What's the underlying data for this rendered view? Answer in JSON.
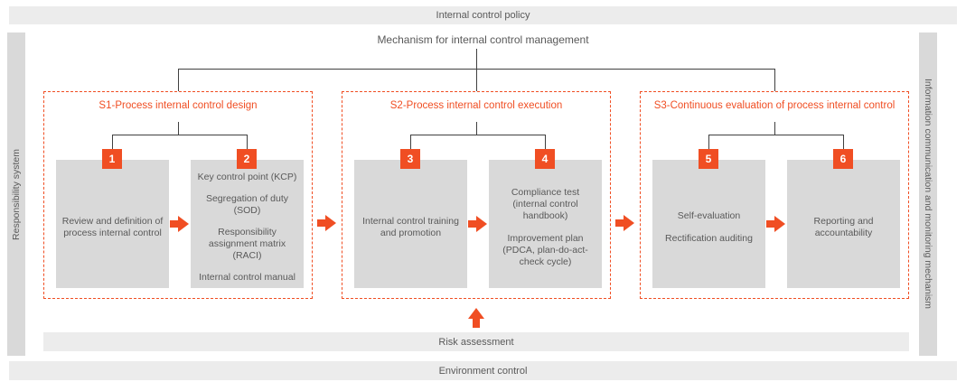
{
  "frame": {
    "top_bar": "Internal control policy",
    "left_bar": "Responsibility system",
    "right_bar": "Information communication and monitoring mechanism",
    "risk_bar": "Risk assessment",
    "bottom_bar": "Environment control"
  },
  "diagram": {
    "title": "Mechanism for internal control management"
  },
  "sections": [
    {
      "title": "S1-Process internal control design",
      "steps": [
        {
          "num": "1",
          "lines": [
            "Review and definition of process internal control"
          ]
        },
        {
          "num": "2",
          "lines": [
            "Key control point (KCP)",
            "Segregation of duty (SOD)",
            "Responsibility assignment matrix (RACI)",
            "Internal control manual"
          ]
        }
      ]
    },
    {
      "title": "S2-Process internal control execution",
      "steps": [
        {
          "num": "3",
          "lines": [
            "Internal control training and promotion"
          ]
        },
        {
          "num": "4",
          "lines": [
            "Compliance test (internal control handbook)",
            "Improvement plan (PDCA, plan-do-act-check cycle)"
          ]
        }
      ]
    },
    {
      "title": "S3-Continuous evaluation of process internal control",
      "steps": [
        {
          "num": "5",
          "lines": [
            "Self-evaluation",
            "Rectification auditing"
          ]
        },
        {
          "num": "6",
          "lines": [
            "Reporting and accountability"
          ]
        }
      ]
    }
  ],
  "colors": {
    "accent_orange": "#f04e23",
    "box_gray": "#d9d9d9",
    "bar_gray": "#ececec",
    "text_gray": "#595959",
    "line_dark": "#404040"
  }
}
